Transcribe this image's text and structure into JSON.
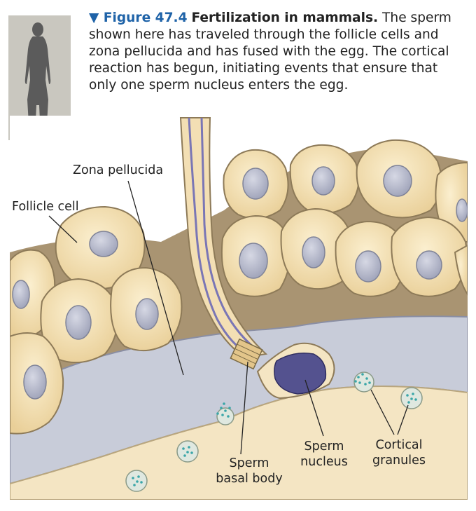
{
  "caption": {
    "figure_label": "▼ Figure 47.4",
    "title": "Fertilization in mammals.",
    "text": "The sperm shown here has traveled through the follicle cells and zona pellucida and has fused with the egg. The cortical reaction has begun, initiating events that ensure that only one sperm nucleus enters the egg."
  },
  "labels": {
    "zona_pellucida": "Zona pellucida",
    "follicle_cell": "Follicle cell",
    "sperm_nucleus_line1": "Sperm",
    "sperm_nucleus_line2": "nucleus",
    "cortical_granules_line1": "Cortical",
    "cortical_granules_line2": "granules",
    "sperm_basal_body_line1": "Sperm",
    "sperm_basal_body_line2": "basal body"
  },
  "colors": {
    "cell_fill": "#f3dfb4",
    "cell_shadow": "#9c8a6c",
    "nucleus": "#b9bccb",
    "zona": "#c8ccd9",
    "egg": "#f4e5c3",
    "sperm_nucleus": "#54528f",
    "granule_dots": "#3aa6a8",
    "caption_accent": "#1f63a8",
    "thumbnail_bg": "#c9c7bf"
  }
}
